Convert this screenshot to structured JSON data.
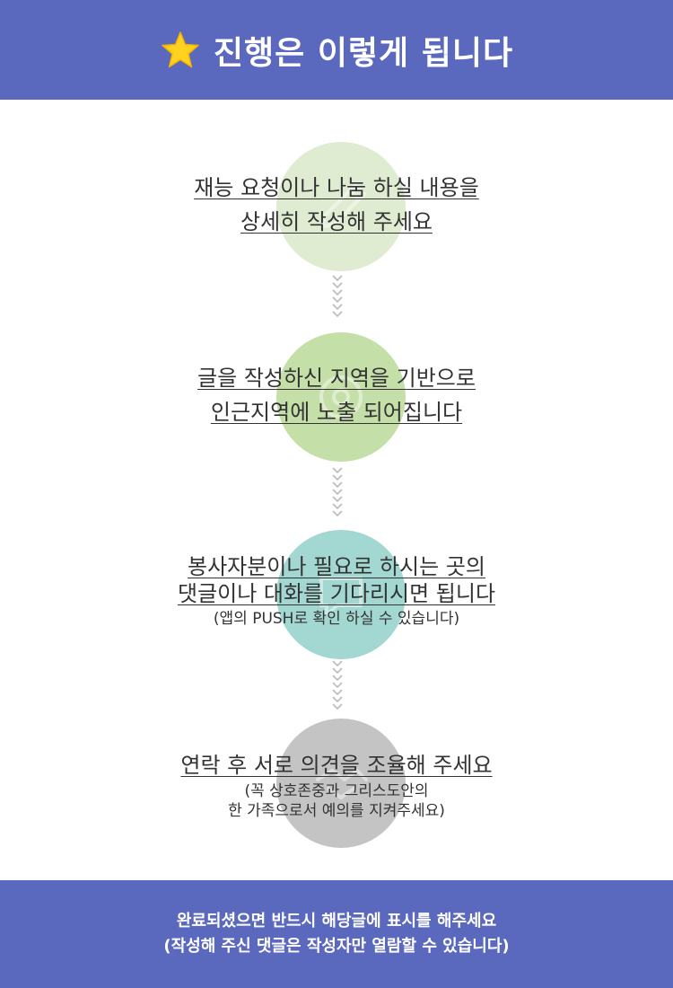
{
  "header": {
    "icon": "star-icon",
    "title": "진행은 이렇게 됩니다",
    "background": "#5a68be"
  },
  "steps": [
    {
      "circle_color": "#dfecd1",
      "icon": "pencil-icon",
      "main_lines": [
        "재능 요청이나 나눔 하실 내용을",
        "상세히 작성해 주세요"
      ],
      "sub_lines": []
    },
    {
      "circle_color": "#c5dfa9",
      "icon": "location-icon",
      "main_lines": [
        "글을 작성하신 지역을 기반으로",
        "인근지역에 노출 되어집니다"
      ],
      "sub_lines": []
    },
    {
      "circle_color": "#a3d8d2",
      "icon": "chat-icon",
      "main_lines": [
        "봉사자분이나 필요로 하시는 곳의",
        "댓글이나 대화를 기다리시면 됩니다"
      ],
      "sub_lines": [
        "(앱의 PUSH로 확인 하실 수 있습니다)"
      ]
    },
    {
      "circle_color": "#c4c4c4",
      "icon": "handshake-icon",
      "main_lines": [
        "연락 후 서로 의견을 조율해 주세요"
      ],
      "sub_lines": [
        "(꼭 상호존중과 그리스도안의",
        "한 가족으로서 예의를 지켜주세요)"
      ]
    }
  ],
  "footer": {
    "line1": "완료되셨으면 반드시 해당글에 표시를 해주세요",
    "line2": "(작성해 주신 댓글은 작성자만 열람할 수 있습니다)"
  }
}
